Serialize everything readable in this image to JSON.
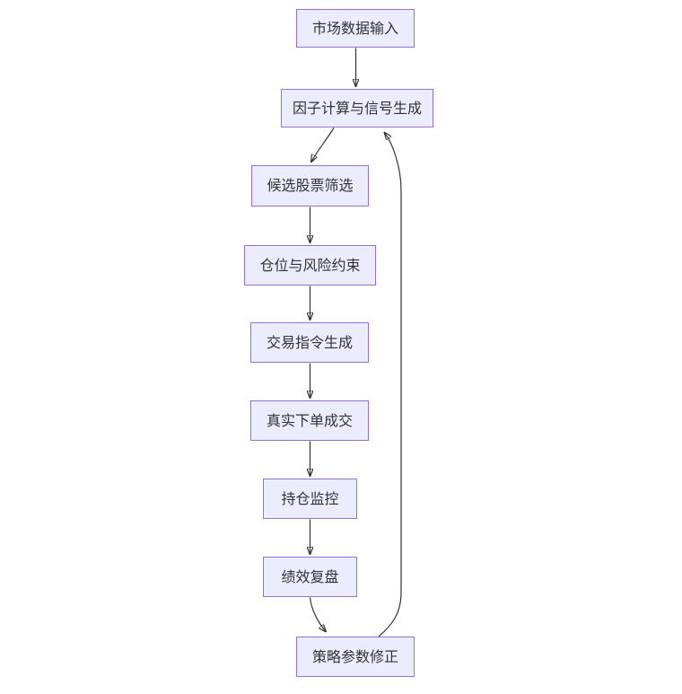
{
  "diagram": {
    "type": "flowchart",
    "direction": "top-down",
    "background": "#ffffff",
    "node_style": {
      "fill": "#ECECFF",
      "border": "#9370DB",
      "text_color": "#333333"
    },
    "edge_style": {
      "color": "#333333",
      "arrowhead": "filled-triangle"
    },
    "nodes": [
      {
        "label": "市场数据输入"
      },
      {
        "label": "因子计算与信号生成"
      },
      {
        "label": "候选股票筛选"
      },
      {
        "label": "仓位与风险约束"
      },
      {
        "label": "交易指令生成"
      },
      {
        "label": "真实下单成交"
      },
      {
        "label": "持仓监控"
      },
      {
        "label": "绩效复盘"
      },
      {
        "label": "策略参数修正"
      }
    ],
    "edges": [
      {
        "from": "市场数据输入",
        "to": "因子计算与信号生成",
        "kind": "forward"
      },
      {
        "from": "因子计算与信号生成",
        "to": "候选股票筛选",
        "kind": "forward"
      },
      {
        "from": "候选股票筛选",
        "to": "仓位与风险约束",
        "kind": "forward"
      },
      {
        "from": "仓位与风险约束",
        "to": "交易指令生成",
        "kind": "forward"
      },
      {
        "from": "交易指令生成",
        "to": "真实下单成交",
        "kind": "forward"
      },
      {
        "from": "真实下单成交",
        "to": "持仓监控",
        "kind": "forward"
      },
      {
        "from": "持仓监控",
        "to": "绩效复盘",
        "kind": "forward"
      },
      {
        "from": "绩效复盘",
        "to": "策略参数修正",
        "kind": "forward"
      },
      {
        "from": "策略参数修正",
        "to": "因子计算与信号生成",
        "kind": "feedback-loop"
      }
    ]
  }
}
